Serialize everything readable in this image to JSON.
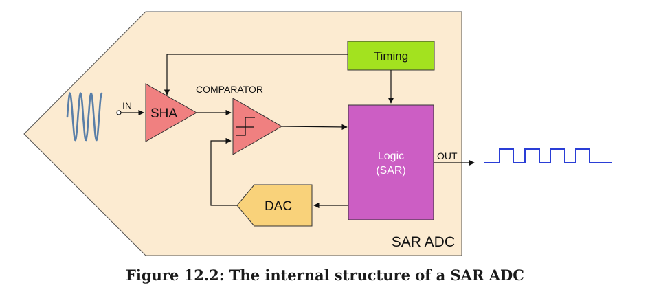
{
  "diagram": {
    "enclosure_label": "SAR ADC",
    "input_label": "IN",
    "output_label": "OUT",
    "sha_label": "SHA",
    "comparator_label": "COMPARATOR",
    "timing_label": "Timing",
    "logic_label_line1": "Logic",
    "logic_label_line2": "(SAR)",
    "dac_label": "DAC",
    "input_signal_icon": "sine-wave-icon",
    "output_signal_icon": "square-wave-icon"
  },
  "caption": "Figure 12.2: The internal structure of a SAR ADC",
  "colors": {
    "enclosure_fill": "#fcebd1",
    "sha_fill": "#f08080",
    "comparator_fill": "#f08080",
    "timing_fill": "#a3e21f",
    "logic_fill": "#cc5ec4",
    "dac_fill": "#f9d27a",
    "sine_wave": "#5a7fa8",
    "square_wave": "#2a3ed6"
  }
}
